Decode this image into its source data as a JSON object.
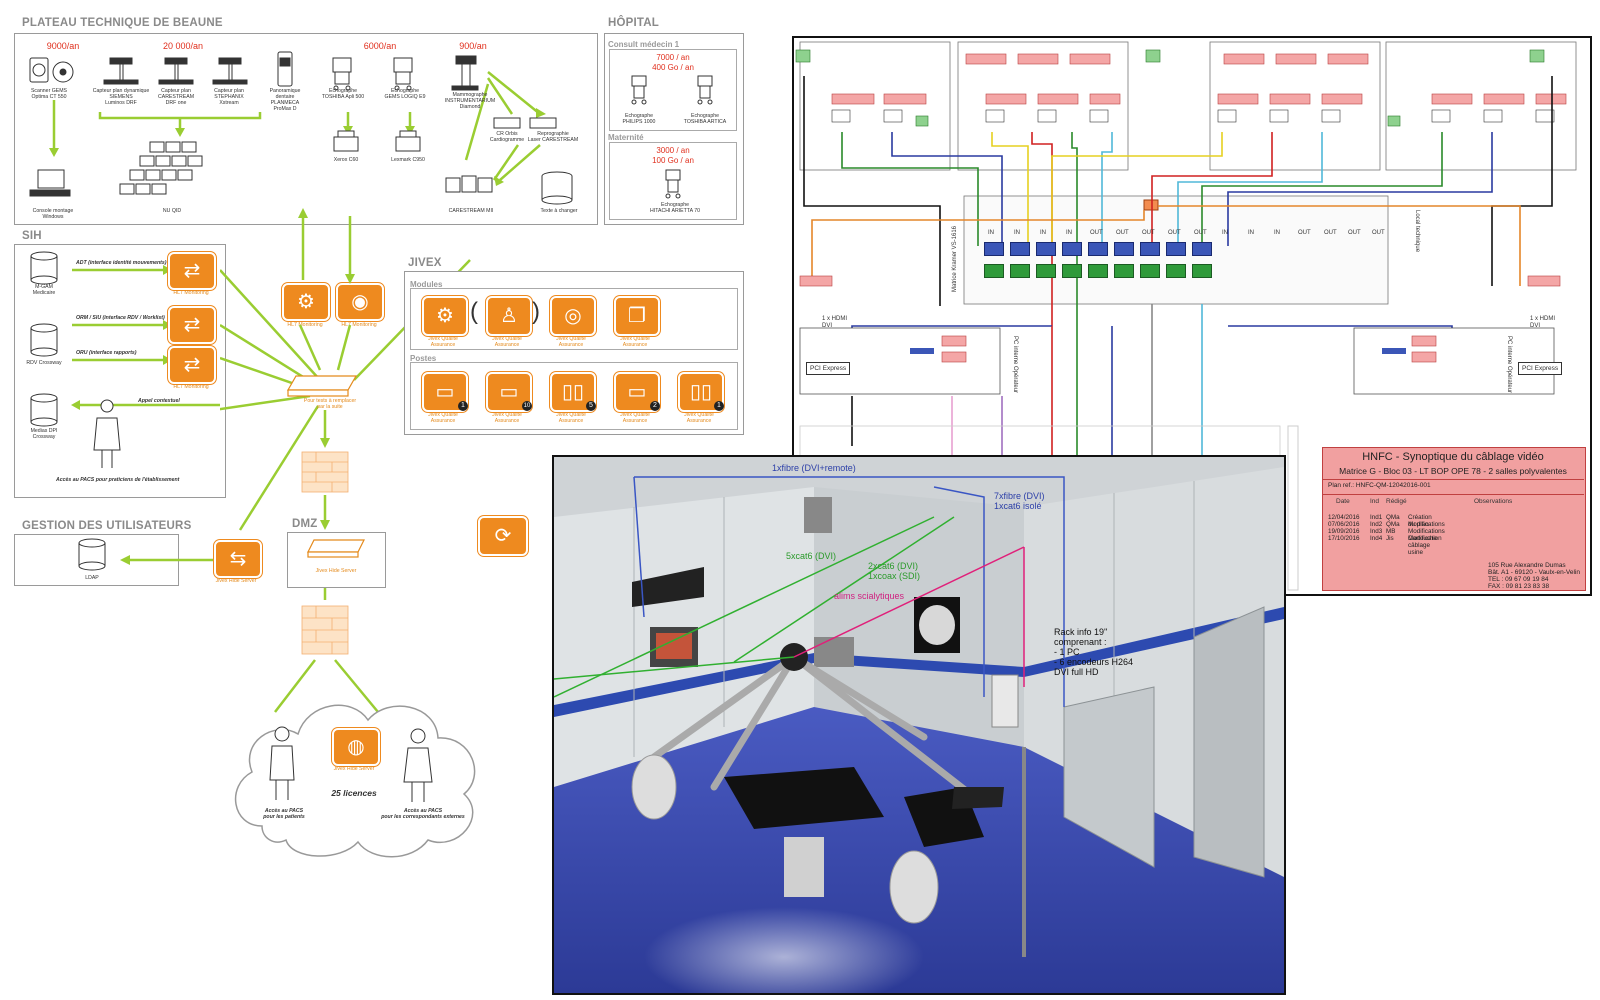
{
  "colors": {
    "accent": "#ee8a1f",
    "arrow": "#9acd32",
    "alert": "#e0301e",
    "title_block": "#f1a0a0"
  },
  "plateau": {
    "title": "PLATEAU TECHNIQUE DE BEAUNE",
    "volumes": [
      "9000/an",
      "20 000/an",
      "6000/an",
      "900/an"
    ],
    "devices": [
      "Scanner GEMS\nOptima CT 550",
      "Capteur plan dynamique\nSIEMENS\nLuminos DRF",
      "Capteur plan\nCARESTREAM\nDRF one",
      "Capteur plan\nSTEPHANIX\nXstream",
      "Panoramique\ndentaire\nPLANMECA\nProMax D",
      "Echographe\nTOSHIBA Apli 500",
      "Echographe\nGEMS LOGIQ E9",
      "Mammographe\nINSTRUMENTARIUM\nDiamond"
    ],
    "console": "Console montage Windows",
    "nu": "NU QID",
    "printers": [
      "Xerox C60",
      "Lexmark C950"
    ],
    "cr": "CR Orbis\nCardiogramme",
    "repro": "Reprographie\nLaser CARESTREAM",
    "carestream": "CARESTREAM MII",
    "texte": "Texte à changer"
  },
  "hopital": {
    "title": "HÔPITAL",
    "consult": {
      "label": "Consult médecin 1",
      "volume": "7000 / an\n400 Go / an",
      "devices": [
        "Echographe\nPHILIPS 1000",
        "Echographe\nTOSHIBA ARTICA"
      ]
    },
    "maternite": {
      "label": "Maternité",
      "volume": "3000 / an\n100 Go / an",
      "device": "Echographe\nHITACHI ARIETTA 70"
    }
  },
  "sih": {
    "title": "SIH",
    "dbs": [
      "M-GAM\nMedicaire",
      "RDV Crossway",
      "Medias DPI\nCrossway"
    ],
    "flows": [
      "ADT (interface identité mouvements)",
      "ORM / SIU (interface RDV / Worklist)",
      "ORU (interface rapports)"
    ],
    "hl7": "HL7 Monitoring",
    "appel": "Appel contextuel",
    "acces": "Accès au PACS pour praticiens de l'établissement"
  },
  "center": {
    "hl7a": "HL7 Monitoring",
    "hl7b": "HL7 Monitoring",
    "server": "Pour tests à remplacer\npar la suite"
  },
  "jivex": {
    "title": "JIVEX",
    "modules_label": "Modules",
    "postes_label": "Postes",
    "modules": [
      "Jivex Qualite\nAssurance",
      "Jivex Qualite\nAssurance",
      "Jivex Qualite\nAssurance",
      "Jivex Qualite\nAssurance"
    ],
    "postes": [
      "Jivex Qualite\nAssurance",
      "Jivex Qualite\nAssurance",
      "Jivex Qualite\nAssurance",
      "Jivex Qualite\nAssurance",
      "Jivex Qualite\nAssurance"
    ],
    "counts": [
      "1",
      "10",
      "5",
      "2",
      "1"
    ]
  },
  "gestion": {
    "title": "GESTION DES UTILISATEURS",
    "ldap": "LDAP",
    "hide": "Jivex Hide Server"
  },
  "dmz": {
    "title": "DMZ",
    "server": "Jivex Hide Server"
  },
  "cloud": {
    "server": "Jivex Hide Server",
    "licences": "25 licences",
    "left": "Accès au PACS\npour les patients",
    "right": "Accès au PACS\npour les correspondants externes"
  },
  "cabling": {
    "title": "HNFC - Synoptique du câblage vidéo",
    "subtitle": "Matrice G - Bloc 03 - LT BOP OPE 78 - 2 salles polyvalentes",
    "plan_ref": "Plan ref.: HNFC-QM-12042016-001",
    "headers": [
      "Date",
      "Ind",
      "Rédigé",
      "Observations"
    ],
    "rows": [
      [
        "12/04/2016",
        "Ind1",
        "QMa",
        "Création du plan"
      ],
      [
        "07/06/2016",
        "Ind2",
        "QMa",
        "Modifications"
      ],
      [
        "19/09/2016",
        "Ind3",
        "MB",
        "Modifications Cartouche"
      ],
      [
        "17/10/2016",
        "Ind4",
        "Jis",
        "Modification câblage usine"
      ]
    ],
    "address": [
      "105 Rue Alexandre Dumas",
      "Bât. A1 - 69120 - Vaulx-en-Velin",
      "TEL : 09 67 09 19 84",
      "FAX : 09 81 23 83 38"
    ],
    "matrix": "Matrice Kramer VS-1616",
    "io": [
      "IN",
      "IN",
      "IN",
      "IN",
      "OUT",
      "OUT",
      "OUT",
      "OUT",
      "OUT",
      "IN",
      "IN",
      "IN",
      "OUT",
      "OUT",
      "OUT",
      "OUT"
    ],
    "hdmi_left": "1 x HDMI\nDVI",
    "hdmi_right": "1 x HDMI\nDVI",
    "pci": "PCI Express",
    "config_left": "PC interne Opérateur",
    "config_right": "PC interne Opérateur",
    "local": "Local technique"
  },
  "scene3d": {
    "ann1": "1xfibre (DVI+remote)",
    "ann2": "7xfibre (DVI)\n1xcat6 isolé",
    "ann3": "5xcat6 (DVI)",
    "ann4": "2xcat6 (DVI)\n1xcoax (SDI)",
    "ann5": "alims scialytiques",
    "ann6": "Rack info 19''\ncomprenant :\n- 1 PC\n- 6 encodeurs H264\nDVI full HD"
  }
}
